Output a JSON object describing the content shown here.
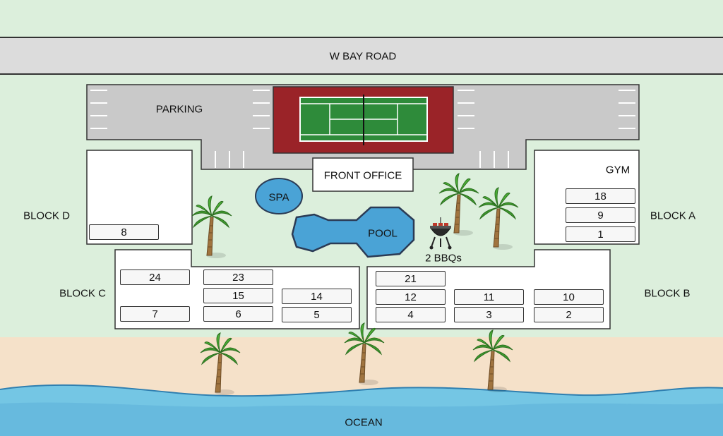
{
  "labels": {
    "road": "W BAY ROAD",
    "parking": "PARKING",
    "front_office": "FRONT OFFICE",
    "spa": "SPA",
    "pool": "POOL",
    "bbq": "2 BBQs",
    "gym": "GYM",
    "block_a": "BLOCK A",
    "block_b": "BLOCK B",
    "block_c": "BLOCK C",
    "block_d": "BLOCK D",
    "ocean": "OCEAN"
  },
  "units": {
    "block_a": [
      "18",
      "9",
      "1"
    ],
    "block_b": [
      "21",
      "12",
      "11",
      "10",
      "4",
      "3",
      "2"
    ],
    "block_c": [
      "24",
      "23",
      "15",
      "14",
      "7",
      "6",
      "5"
    ],
    "block_d": [
      "8"
    ]
  },
  "colors": {
    "grass": "#dcefdc",
    "road": "#dcdcdc",
    "parking": "#c9c9c9",
    "court_border": "#9a2328",
    "court": "#2e8b3a",
    "water": "#4aa3d6",
    "sand": "#f5e1c9",
    "ocean": "#6cc0e0"
  }
}
